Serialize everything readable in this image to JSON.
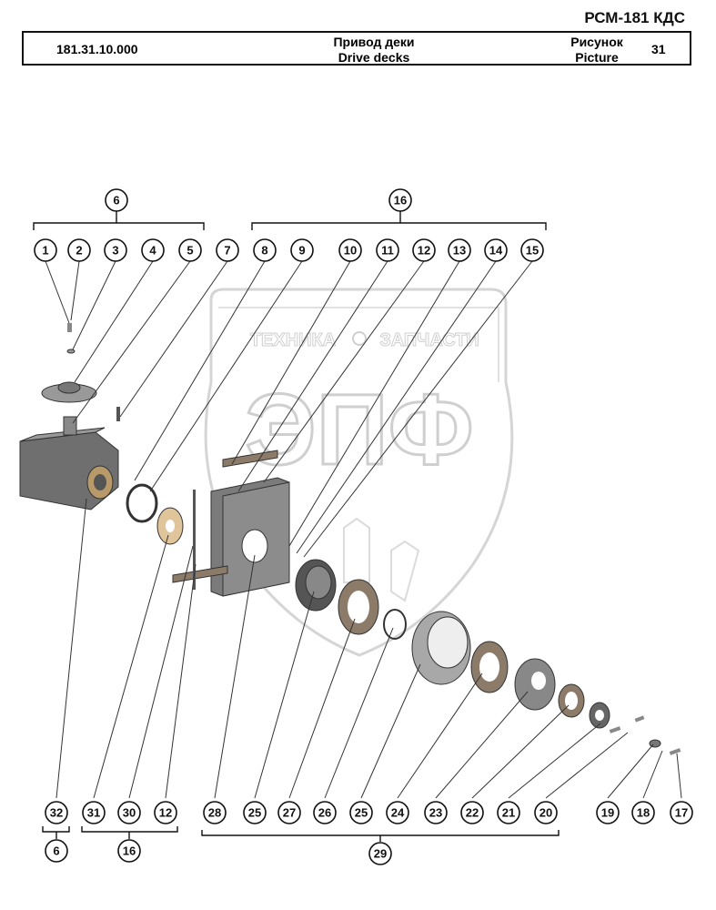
{
  "header": {
    "model": "РСМ-181 КДС",
    "part_number": "181.31.10.000",
    "title_ru": "Привод деки",
    "title_en": "Drive decks",
    "picture_ru": "Рисунок",
    "picture_en": "Picture",
    "picture_number": "31"
  },
  "watermark": {
    "line1_left": "ТЕХНИКА",
    "line1_right": "ЗАПЧАСТИ",
    "big": "ЭПФ"
  },
  "callouts_top": [
    "1",
    "2",
    "3",
    "4",
    "5",
    "7",
    "8",
    "9",
    "10",
    "11",
    "12",
    "13",
    "14",
    "15"
  ],
  "group_top": {
    "left": "6",
    "right": "16"
  },
  "callouts_bottom": [
    "32",
    "31",
    "30",
    "12",
    "28",
    "25",
    "27",
    "26",
    "25",
    "24",
    "23",
    "22",
    "21",
    "20",
    "19",
    "18",
    "17"
  ],
  "group_bottom": {
    "a": "6",
    "b": "16",
    "c": "29"
  }
}
